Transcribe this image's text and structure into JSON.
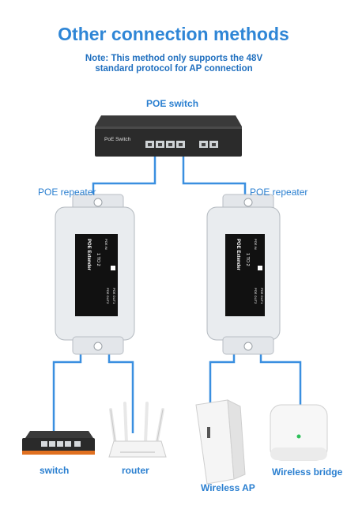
{
  "header": {
    "title": "Other connection methods",
    "note_line1": "Note: This method only supports the 48V",
    "note_line2": "standard protocol for AP connection"
  },
  "labels": {
    "poe_switch": "POE switch",
    "poe_repeater_left": "POE repeater",
    "poe_repeater_right": "POE repeater",
    "switch": "switch",
    "router": "router",
    "wireless_ap": "Wireless AP",
    "wireless_bridge": "Wireless bridge"
  },
  "device_text": {
    "switch_brand": "PoE Switch",
    "extender_title": "POE Extender",
    "extender_ratio": "1 TO 2",
    "extender_in": "POE IN",
    "extender_out1": "POE OUT1",
    "extender_out2": "POE OUT2"
  },
  "colors": {
    "title": "#2f86d6",
    "cable": "#3a8fe0",
    "label": "#2a7fd0"
  }
}
